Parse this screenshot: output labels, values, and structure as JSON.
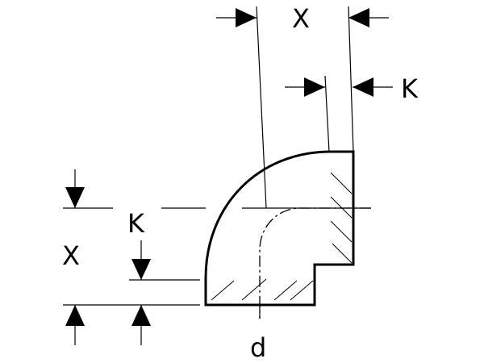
{
  "labels": {
    "x_top": "X",
    "k_top": "K",
    "k_left": "K",
    "x_left": "X",
    "d_bottom": "d"
  }
}
